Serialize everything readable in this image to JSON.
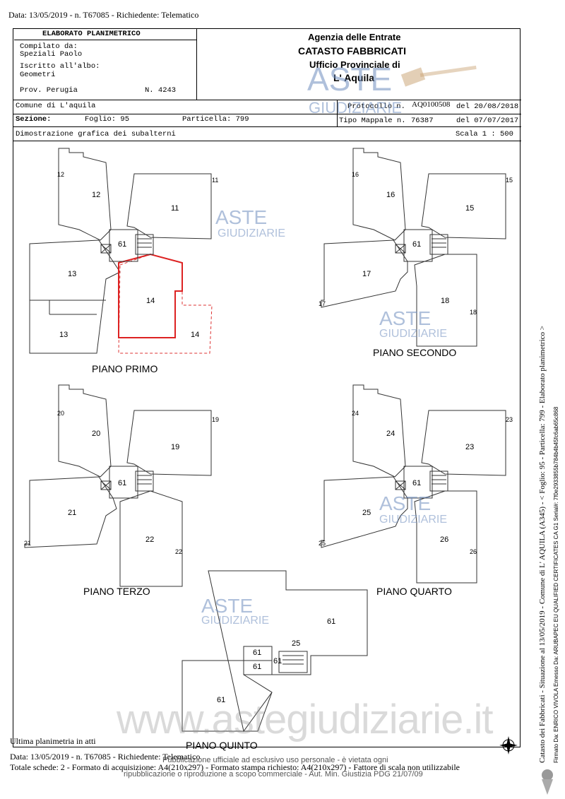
{
  "top_header": "Data: 13/05/2019 - n. T67085 - Richiedente: Telematico",
  "header": {
    "title": "ELABORATO PLANIMETRICO",
    "compilato_label": "Compilato da:",
    "compilato_value": "Speziali Paolo",
    "iscritto_label": "Iscritto all'albo:",
    "iscritto_value": "Geometri",
    "prov": "Prov. Perugia",
    "numero": "N. 4243",
    "agency": "Agenzia delle Entrate",
    "catasto": "CATASTO FABBRICATI",
    "ufficio": "Ufficio Provinciale di",
    "citta": "L' Aquila"
  },
  "info": {
    "comune": "Comune di L'aquila",
    "sezione": "Sezione:",
    "foglio": "Foglio: 95",
    "particella": "Particella: 799",
    "protocollo_label": "Protocollo n.",
    "protocollo_value": "AQ0100508",
    "protocollo_date": "del 20/08/2018",
    "tipo_label": "Tipo Mappale n.",
    "tipo_value": "76387",
    "tipo_date": "del 07/07/2017",
    "dimostrazione": "Dimostrazione grafica dei subalterni",
    "scala": "Scala 1 : 500"
  },
  "plans": {
    "primo": "PIANO PRIMO",
    "secondo": "PIANO SECONDO",
    "terzo": "PIANO TERZO",
    "quarto": "PIANO QUARTO",
    "quinto": "PIANO QUINTO"
  },
  "rooms": {
    "p1": [
      "12",
      "11",
      "13",
      "61",
      "14",
      "13",
      "14",
      "12",
      "11"
    ],
    "p2": [
      "16",
      "15",
      "17",
      "61",
      "18",
      "16",
      "15",
      "17",
      "18"
    ],
    "p3": [
      "20",
      "19",
      "21",
      "61",
      "22",
      "20",
      "19",
      "21",
      "22"
    ],
    "p4": [
      "24",
      "23",
      "25",
      "61",
      "26",
      "24",
      "23",
      "25",
      "26"
    ],
    "p5": [
      "61",
      "61",
      "61",
      "25",
      "61",
      "61"
    ]
  },
  "watermarks": {
    "aste": "ASTE",
    "giudiziarie": "GIUDIZIARIE",
    "big": "www.astegiudiziarie.it"
  },
  "footer": {
    "ultima": "Ultima planimetria in atti",
    "data_line": "Data: 13/05/2019 - n. T67085 - Richiedente: Telematico",
    "totale": "Totale schede: 2 - Formato di acquisizione: A4(210x297) - Formato stampa richiesto: A4(210x297) - Fattore di scala non utilizzabile",
    "pubblicazione": "Pubblicazione ufficiale ad esclusivo uso personale - è vietata ogni",
    "ripubblicazione": "ripubblicazione o riproduzione a scopo commerciale - Aut. Min. Giustizia PDG 21/07/09"
  },
  "side": {
    "line1": "Catasto dei Fabbricati - Situazione al 13/05/2019 - Comune di L' AQUILA (A345) - < Foglio: 95 - Particella: 799 - Elaborato planimetrico >",
    "line2": "Firmato Da: ENRICO VIVOLA Emesso Da: ARUBAPEC EU QUALIFIED CERTIFICATES CA G1 Serial#: 7f0e2933855b784b4b45fc6ab65c868"
  }
}
